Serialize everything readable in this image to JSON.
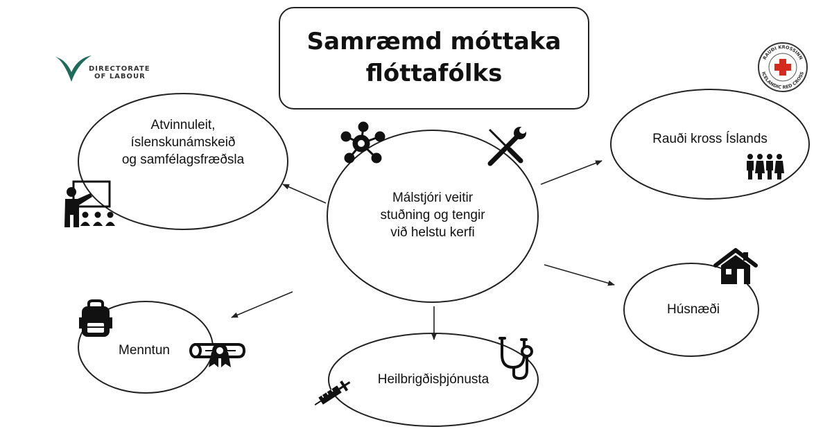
{
  "title": {
    "line1": "Samræmd móttaka",
    "line2": "flóttafólks"
  },
  "center": {
    "lines": [
      "Málstjóri veitir",
      "stuðning og tengir",
      "við helstu kerfi"
    ]
  },
  "nodes": {
    "employment": {
      "lines": [
        "Atvinnuleit,",
        "íslenskunámskeið",
        "og samfélagsfræðsla"
      ]
    },
    "red_cross": {
      "label": "Rauði kross Íslands"
    },
    "housing": {
      "label": "Húsnæði"
    },
    "health": {
      "label": "Heilbrigðisþjónusta"
    },
    "education": {
      "label": "Menntun"
    }
  },
  "logos": {
    "directorate": {
      "line1": "DIRECTORATE",
      "line2": "OF LABOUR"
    },
    "red_cross": {
      "top_text": "RAUÐI KROSSINN",
      "bottom_text": "ICELANDIC RED CROSS",
      "cross_color": "#d52b1e"
    }
  },
  "icons": [
    "network-icon",
    "tools-icon",
    "teacher-icon",
    "people-icon",
    "house-icon",
    "stethoscope-icon",
    "syringe-icon",
    "backpack-icon",
    "diploma-icon"
  ],
  "colors": {
    "stroke": "#222222",
    "text": "#111111",
    "logo_green": "#1f6b5a",
    "logo_red": "#d52b1e"
  }
}
